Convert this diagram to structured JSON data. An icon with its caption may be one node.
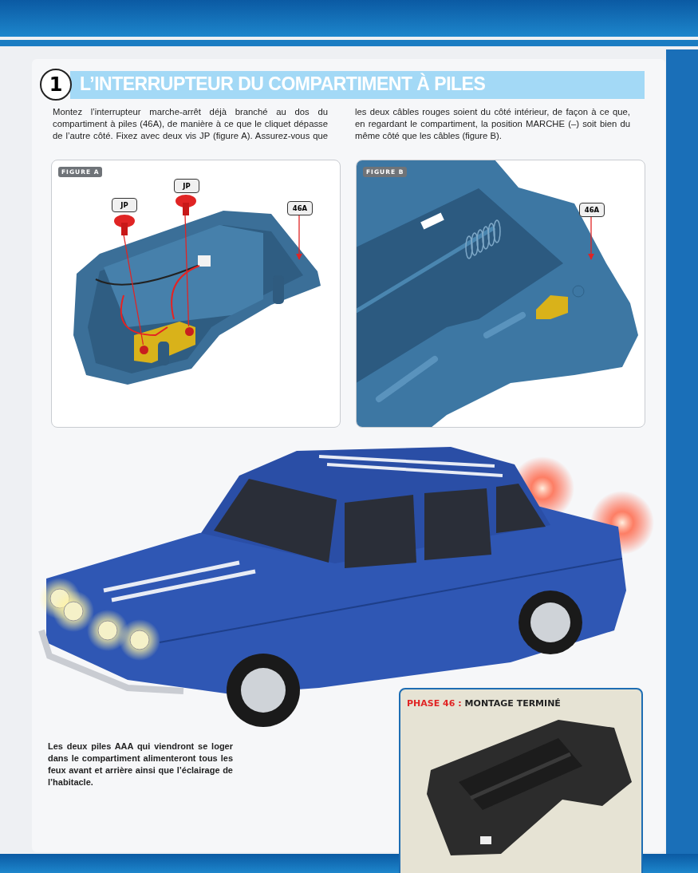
{
  "diagram": {
    "title": "L’INTERRUPTEUR DU COMPARTIMENT À PILES",
    "nodes": [
      {
        "text": [
          "1"
        ]
      },
      {
        "text": [
          "FIGURE A"
        ]
      },
      {
        "text": [
          "JP"
        ],
        "in": 1
      },
      {
        "text": [
          "JP"
        ],
        "in": 1
      },
      {
        "text": [
          "46A"
        ],
        "in": 1
      },
      {
        "text": [],
        "shape": "circle",
        "in": 1
      },
      {
        "text": [],
        "shape": "circle",
        "in": 1
      },
      {
        "text": [],
        "shape": "circle",
        "in": 1
      },
      {
        "text": [],
        "shape": "circle",
        "in": 1
      },
      {
        "text": [
          "FIGURE B"
        ]
      },
      {
        "text": [
          "46A"
        ],
        "in": 9
      },
      {
        "text": [
          "PHASE 46 :",
          "MONTAGE TERMINÉ"
        ]
      }
    ],
    "edges": [
      {
        "from": 5,
        "to": 7,
        "arrow": "none"
      },
      {
        "from": 6,
        "to": 8,
        "arrow": "none"
      },
      {
        "from": 4,
        "to": null,
        "arrow": "to"
      },
      {
        "from": 10,
        "to": null,
        "arrow": "to"
      }
    ],
    "labels": [
      "Montez l’interrupteur marche-arrêt déjà branché au dos du compartiment à piles (46A), de manière à ce que le cliquet dépasse de l’autre côté. Fixez avec deux vis JP (figure A). Assurez-vous que les deux câbles rouges soient du côté intérieur, de façon à ce que, en regardant le compartiment, la position MARCHE (–) soit bien du même côté que les câbles (figure B).",
      "Les deux piles AAA qui viendront se loger dans le compartiment alimenteront tous les feux avant et arrière ainsi que l’éclairage de l’habitacle."
    ]
  }
}
